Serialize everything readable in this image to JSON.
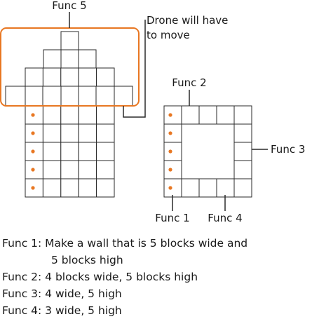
{
  "labels": {
    "func5": "Func 5",
    "drone_note_line1": "Drone will have",
    "drone_note_line2": "to move",
    "func2": "Func 2",
    "func3": "Func 3",
    "func1": "Func 1",
    "func4": "Func 4"
  },
  "legend": {
    "func1_line1": "Func 1: Make a wall that is 5 blocks wide and",
    "func1_line2": "5 blocks high",
    "func2": "Func 2: 4 blocks wide, 5 blocks high",
    "func3": "Func 3: 4 wide, 5 high",
    "func4": "Func 4: 3 wide, 5 high"
  },
  "colors": {
    "accent": "#e87722",
    "line": "#2a2a2a"
  }
}
